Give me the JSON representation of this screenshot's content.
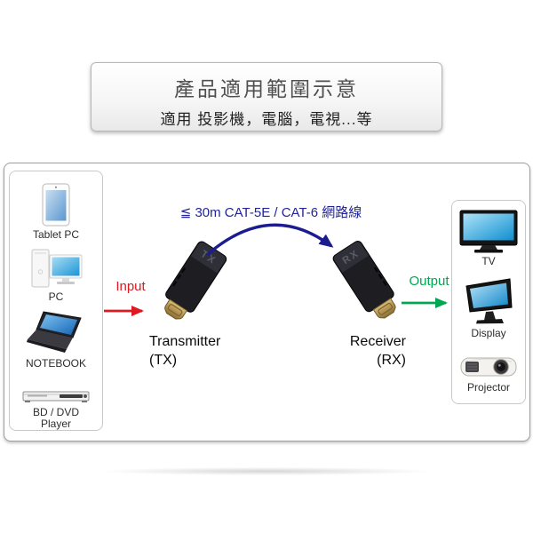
{
  "title_box": {
    "title": "產品適用範圍示意",
    "subtitle": "適用 投影機，電腦，電視...等"
  },
  "diagram": {
    "cable_label": "≦ 30m CAT-5E / CAT-6 網路線",
    "input_label": "Input",
    "output_label": "Output",
    "transmitter": {
      "name": "Transmitter",
      "abbr": "(TX)",
      "marking": "TX"
    },
    "receiver": {
      "name": "Receiver",
      "abbr": "(RX)",
      "marking": "RX"
    },
    "sources": [
      {
        "label": "Tablet PC",
        "icon": "tablet-icon"
      },
      {
        "label": "PC",
        "icon": "desktop-pc-icon"
      },
      {
        "label": "NOTEBOOK",
        "icon": "laptop-icon"
      },
      {
        "label": "BD / DVD Player",
        "icon": "dvd-player-icon"
      }
    ],
    "outputs": [
      {
        "label": "TV",
        "icon": "tv-icon"
      },
      {
        "label": "Display",
        "icon": "monitor-icon"
      },
      {
        "label": "Projector",
        "icon": "projector-icon"
      }
    ]
  },
  "colors": {
    "input_arrow": "#e0181f",
    "output_arrow": "#00a651",
    "cable_arc": "#1c1c90",
    "screen_blue": "#1c95d4",
    "hdmi_gold": "#b3924d"
  }
}
